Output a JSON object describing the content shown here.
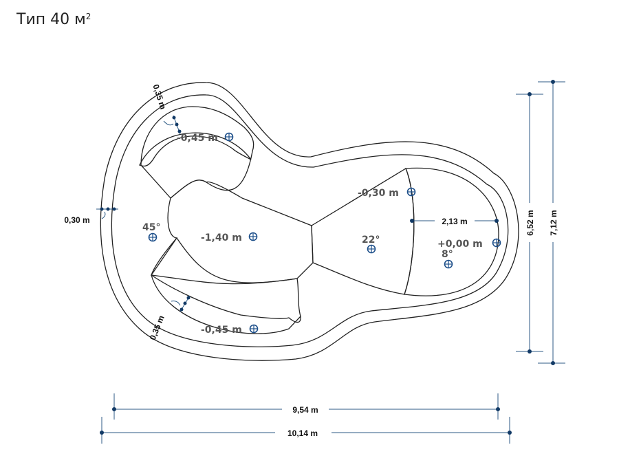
{
  "title": {
    "text": "Тип 40 м",
    "superscript": "2"
  },
  "levels": {
    "top_bench": "-0,45 m",
    "bottom_bench": "-0,45 m",
    "deep": "-1,40 m",
    "middle": "-0,30 m",
    "shallow": "+0,00 m"
  },
  "slopes": {
    "left": "45°",
    "middle": "22°",
    "right": "8°"
  },
  "dimensions": {
    "wall_top": "0,35 m",
    "wall_left": "0,30 m",
    "wall_bottom": "0,35 m",
    "shallow_width": "2,13 m",
    "inner_height": "6,52 m",
    "outer_height": "7,12 m",
    "inner_length": "9,54 m",
    "outer_length": "10,14 m"
  },
  "colors": {
    "outline": "#222222",
    "dimension": "#2c5a85",
    "marker": "#1d4f8a"
  }
}
